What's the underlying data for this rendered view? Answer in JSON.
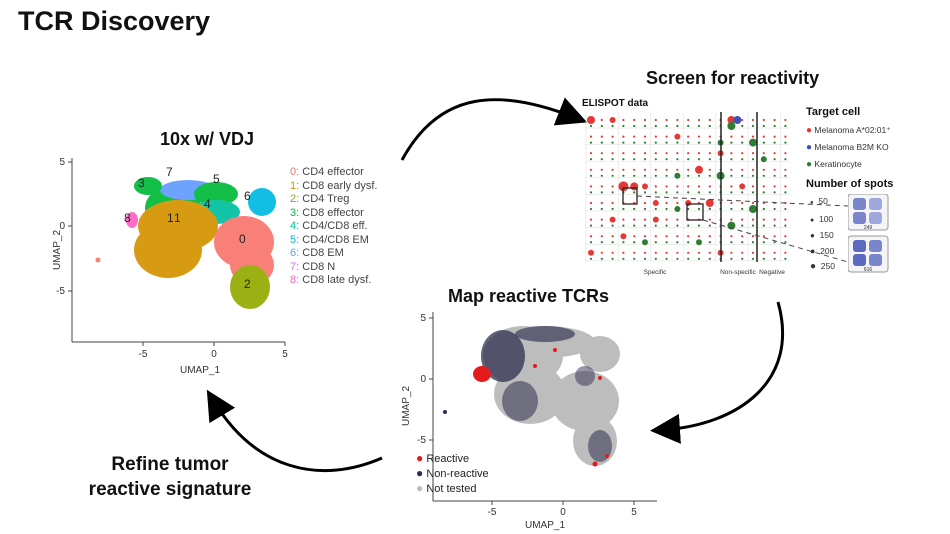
{
  "title": "TCR Discovery",
  "panels": {
    "vdj": {
      "title": "10x  w/ VDJ",
      "ylabel": "UMAP_2",
      "xlabel": "UMAP_1",
      "xticks": [
        "-5",
        "0",
        "5"
      ],
      "yticks": [
        "5",
        "0",
        "-5"
      ],
      "cluster_labels": [
        "0",
        "1",
        "2",
        "3",
        "4",
        "5",
        "6",
        "7",
        "8"
      ],
      "legend": [
        {
          "id": "0",
          "label": "CD4 effector",
          "color": "#F8766D"
        },
        {
          "id": "1",
          "label": "CD8 early dysf.",
          "color": "#D39200"
        },
        {
          "id": "2",
          "label": "CD4 Treg",
          "color": "#93AA00"
        },
        {
          "id": "3",
          "label": "CD8 effector",
          "color": "#00BA38"
        },
        {
          "id": "4",
          "label": "CD4/CD8 eff.",
          "color": "#00C19F"
        },
        {
          "id": "5",
          "label": "CD4/CD8 EM",
          "color": "#00B9E3"
        },
        {
          "id": "6",
          "label": "CD8 EM",
          "color": "#619CFF"
        },
        {
          "id": "7",
          "label": "CD8 N",
          "color": "#DB72FB"
        },
        {
          "id": "8",
          "label": "CD8 late dysf.",
          "color": "#FF61C3"
        }
      ]
    },
    "screen": {
      "title": "Screen for reactivity",
      "subtitle": "ELISPOT data",
      "sections": [
        "Specific",
        "Non-specific",
        "Negative"
      ],
      "target_cell_title": "Target cell",
      "target_cells": [
        {
          "label": "Melanoma A*02:01⁺",
          "color": "#e53935"
        },
        {
          "label": "Melanoma B2M KO",
          "color": "#3f51b5"
        },
        {
          "label": "Keratinocyte",
          "color": "#2e7d32"
        }
      ],
      "spots_title": "Number of spots",
      "spots": [
        "50",
        "100",
        "150",
        "200",
        "250"
      ],
      "well_counts": [
        "249",
        "616"
      ]
    },
    "map": {
      "title": "Map reactive TCRs",
      "ylabel": "UMAP_2",
      "xlabel": "UMAP_1",
      "xticks": [
        "-5",
        "0",
        "5"
      ],
      "yticks": [
        "5",
        "0",
        "-5"
      ],
      "legend": [
        {
          "label": "Reactive",
          "color": "#e41a1c"
        },
        {
          "label": "Non-reactive",
          "color": "#2f2f4f"
        },
        {
          "label": "Not tested",
          "color": "#bdbdbd"
        }
      ]
    },
    "refine": {
      "line1": "Refine tumor",
      "line2": "reactive signature"
    }
  }
}
